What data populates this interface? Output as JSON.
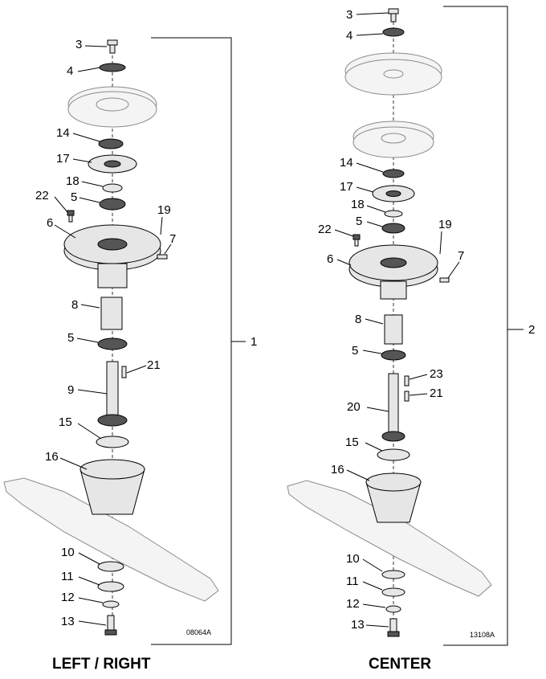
{
  "left_assembly": {
    "callouts": [
      "3",
      "4",
      "14",
      "17",
      "18",
      "22",
      "5",
      "19",
      "6",
      "7",
      "8",
      "5",
      "21",
      "9",
      "15",
      "16",
      "10",
      "11",
      "12",
      "13"
    ],
    "group_label": "1",
    "drawing_code": "08064A",
    "caption": "LEFT / RIGHT"
  },
  "center_assembly": {
    "callouts": [
      "3",
      "4",
      "14",
      "17",
      "18",
      "5",
      "19",
      "22",
      "6",
      "7",
      "8",
      "5",
      "23",
      "21",
      "20",
      "15",
      "16",
      "10",
      "11",
      "12",
      "13"
    ],
    "group_label": "2",
    "drawing_code": "13108A",
    "caption": "CENTER"
  }
}
